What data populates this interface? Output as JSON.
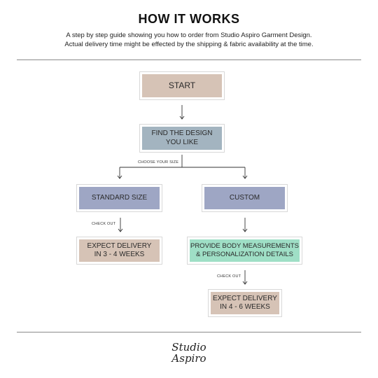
{
  "header": {
    "title": "HOW IT WORKS",
    "subtitle_line1": "A step by step guide showing you how to order from Studio Aspiro Garment Design.",
    "subtitle_line2": "Actual delivery time might be effected by the shipping & fabric availability at the time."
  },
  "nodes": {
    "start": {
      "label": "START",
      "color": "#d6c3b6"
    },
    "find_design": {
      "line1": "FIND THE DESIGN",
      "line2": "YOU LIKE",
      "color": "#a3b4c0"
    },
    "standard_size": {
      "label": "STANDARD SIZE",
      "color": "#9ea6c4"
    },
    "custom": {
      "label": "CUSTOM",
      "color": "#9ea6c4"
    },
    "expect_delivery_standard": {
      "line1": "EXPECT DELIVERY",
      "line2": "IN 3 - 4 WEEKS",
      "color": "#d6c3b6"
    },
    "body_measurements": {
      "line1": "PROVIDE BODY MEASUREMENTS",
      "line2": "& PERSONALIZATION DETAILS",
      "color": "#9fdfc6"
    },
    "expect_delivery_custom": {
      "line1": "EXPECT DELIVERY",
      "line2": "IN 4 - 6 WEEKS",
      "color": "#d6c3b6"
    }
  },
  "edge_labels": {
    "choose_size": "CHOOSE YOUR SIZE",
    "check_out_standard": "CHECK OUT",
    "check_out_custom": "CHECK OUT"
  },
  "logo": {
    "line1": "Studio",
    "line2": "Aspiro"
  }
}
